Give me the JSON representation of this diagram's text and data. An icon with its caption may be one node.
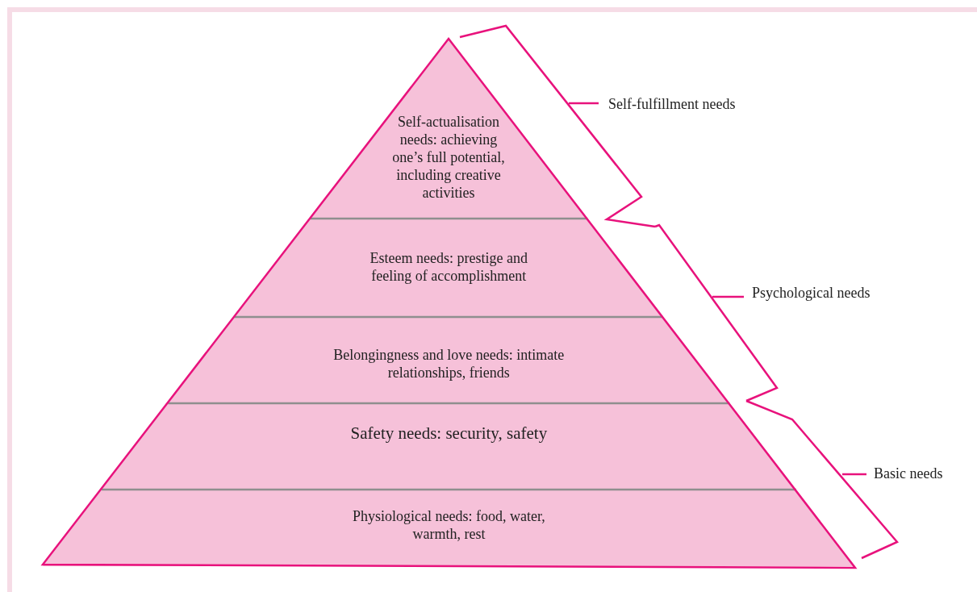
{
  "diagram": {
    "nodes": [
      {
        "text": [
          "Self-actualisation needs: achieving one’s full potential, including creative activities"
        ]
      },
      {
        "text": [
          "Esteem needs: prestige and feeling of accomplishment"
        ]
      },
      {
        "text": [
          "Belongingness and love needs: intimate relationships, friends"
        ]
      },
      {
        "text": [
          "Safety needs: security, safety"
        ]
      },
      {
        "text": [
          "Physiological needs: food, water, warmth, rest"
        ]
      }
    ],
    "labels": [
      "Self-fulfillment needs",
      "Psychological needs",
      "Basic needs"
    ]
  }
}
